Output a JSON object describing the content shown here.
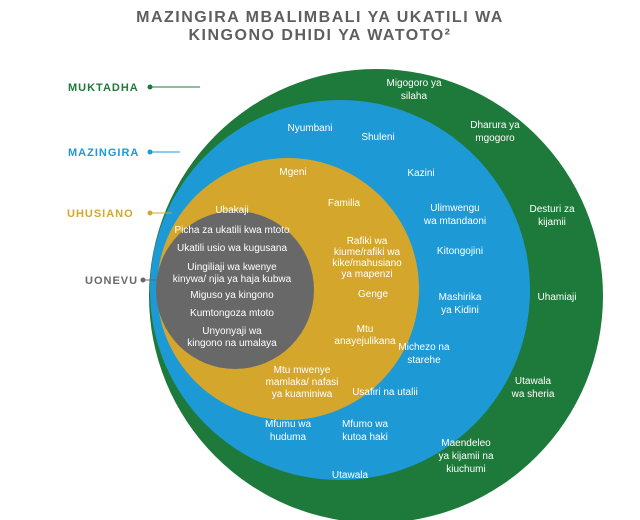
{
  "title": {
    "line1": "MAZINGIRA MBALIMBALI YA UKATILI WA",
    "line2": "KINGONO DHIDI YA WATOTO²"
  },
  "colors": {
    "muktadha": "#1e7a3a",
    "mazingira": "#1d9ad6",
    "uhusiano": "#d4a72c",
    "uonevu": "#686868"
  },
  "layers": {
    "muktadha": {
      "label": "MUKTADHA",
      "items": [
        "Migogoro ya",
        "silaha",
        "Dharura ya",
        "mgogoro",
        "Desturi za",
        "kijamii",
        "Uhamiaji",
        "Utawala",
        "wa sheria",
        "Maendeleo",
        "ya kijamii na",
        "kiuchumi",
        "Utawala"
      ]
    },
    "mazingira": {
      "label": "MAZINGIRA",
      "items": [
        "Nyumbani",
        "Shuleni",
        "Kazini",
        "Ulimwengu",
        "wa mtandaoni",
        "Kitongojini",
        "Mashirika",
        "ya Kidini",
        "Michezo na",
        "starehe",
        "Usafiri na utalii",
        "Mfumo wa",
        "kutoa haki",
        "Mfumu wa",
        "huduma"
      ]
    },
    "uhusiano": {
      "label": "UHUSIANO",
      "items": [
        "Mgeni",
        "Familia",
        "Rafiki wa",
        "kiume/rafiki wa",
        "kike/mahusiano",
        "ya mapenzi",
        "Genge",
        "Mtu",
        "anayejulikana",
        "Mtu mwenye",
        "mamlaka/ nafasi",
        "ya kuaminiwa"
      ]
    },
    "uonevu": {
      "label": "UONEVU",
      "items": [
        "Ubakaji",
        "Picha za ukatili kwa mtoto",
        "Ukatili usio wa kugusana",
        "Uingiliaji wa kwenye",
        "kinywa/ njia ya haja kubwa",
        "Miguso ya kingono",
        "Kumtongoza mtoto",
        "Unyonyaji wa",
        "kingono na umalaya"
      ]
    }
  }
}
